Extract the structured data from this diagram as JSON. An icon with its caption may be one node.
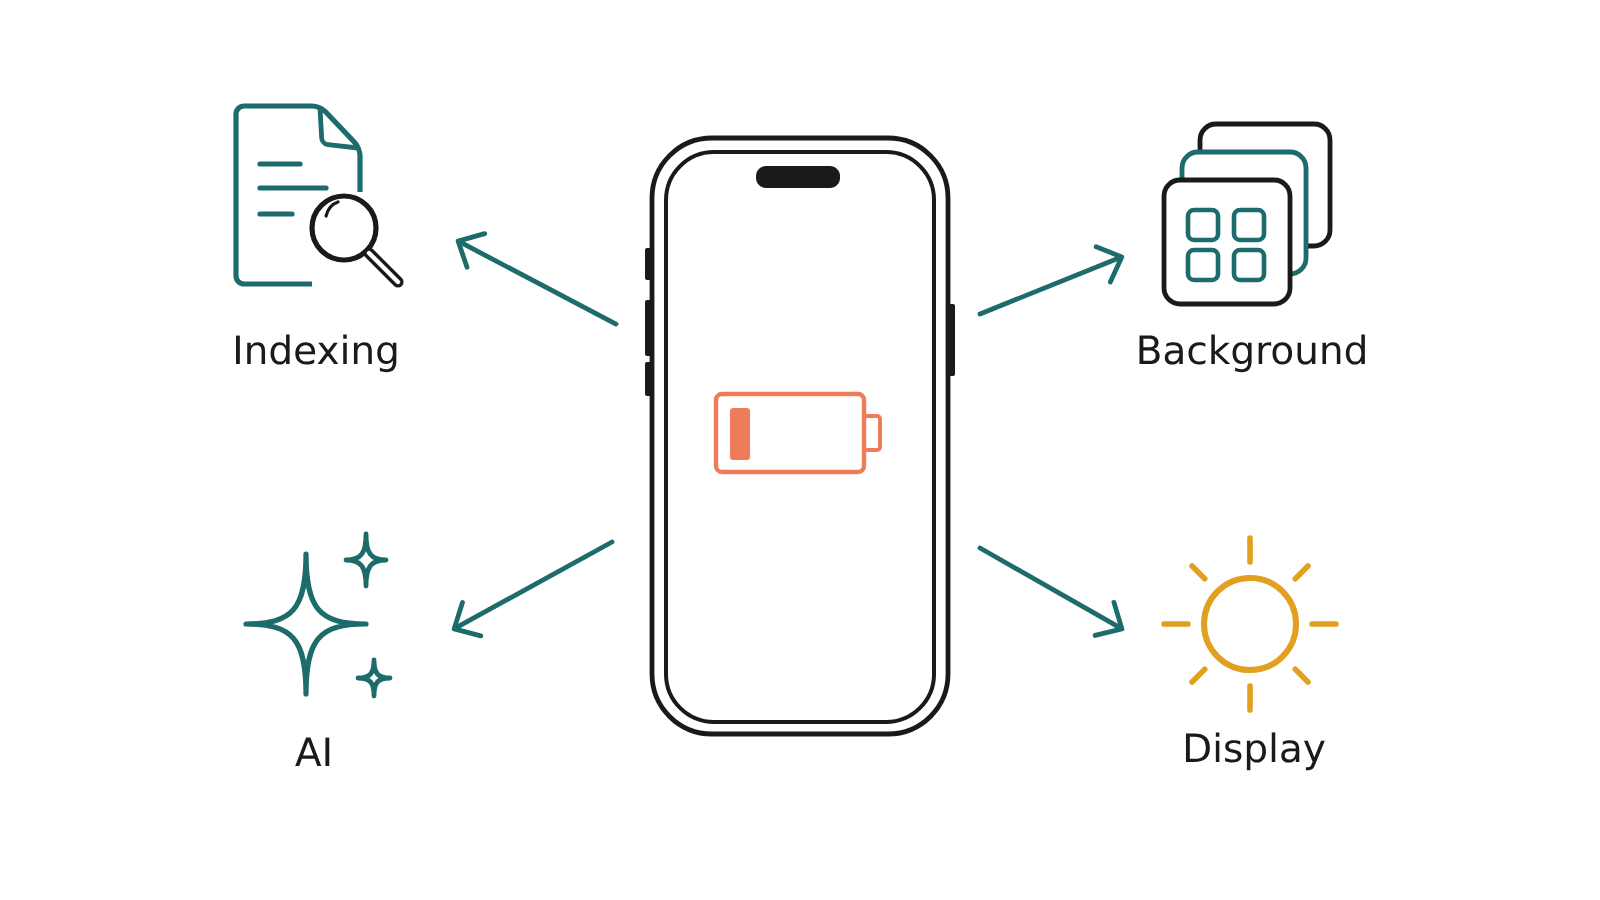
{
  "diagram": {
    "nodes": [
      {
        "text": [],
        "shape": "picture"
      },
      {
        "text": [],
        "shape": "picture",
        "beside": [
          "Indexing"
        ]
      },
      {
        "text": [],
        "shape": "picture",
        "beside": [
          "Background"
        ]
      },
      {
        "text": [],
        "shape": "picture",
        "beside": [
          "AI"
        ]
      },
      {
        "text": [],
        "shape": "circle",
        "beside": [
          "Display"
        ]
      }
    ],
    "edges": [
      {
        "from": 0,
        "to": 1,
        "arrow": "to"
      },
      {
        "from": 0,
        "to": 2,
        "arrow": "to"
      },
      {
        "from": 0,
        "to": 3,
        "arrow": "to"
      },
      {
        "from": 0,
        "to": 4,
        "arrow": "to"
      }
    ]
  }
}
